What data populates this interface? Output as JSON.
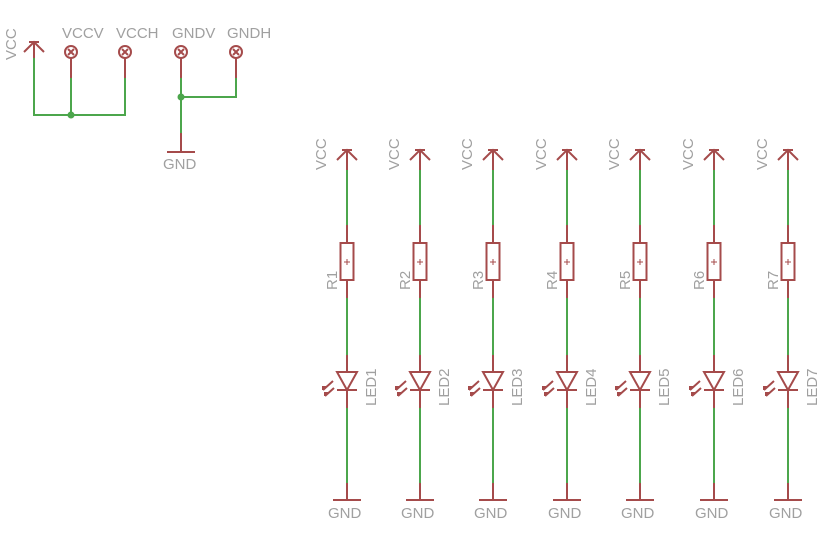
{
  "colors": {
    "symbol": "#a54b4b",
    "net": "#4ca64c",
    "label": "#a0a0a0"
  },
  "header": {
    "supply_label": "VCC",
    "connectors": [
      {
        "label": "VCCV"
      },
      {
        "label": "VCCH"
      },
      {
        "label": "GNDV"
      },
      {
        "label": "GNDH"
      }
    ],
    "ground_label": "GND"
  },
  "led_columns": [
    {
      "vcc": "VCC",
      "resistor": "R1",
      "led": "LED1",
      "gnd": "GND"
    },
    {
      "vcc": "VCC",
      "resistor": "R2",
      "led": "LED2",
      "gnd": "GND"
    },
    {
      "vcc": "VCC",
      "resistor": "R3",
      "led": "LED3",
      "gnd": "GND"
    },
    {
      "vcc": "VCC",
      "resistor": "R4",
      "led": "LED4",
      "gnd": "GND"
    },
    {
      "vcc": "VCC",
      "resistor": "R5",
      "led": "LED5",
      "gnd": "GND"
    },
    {
      "vcc": "VCC",
      "resistor": "R6",
      "led": "LED6",
      "gnd": "GND"
    },
    {
      "vcc": "VCC",
      "resistor": "R7",
      "led": "LED7",
      "gnd": "GND"
    }
  ]
}
